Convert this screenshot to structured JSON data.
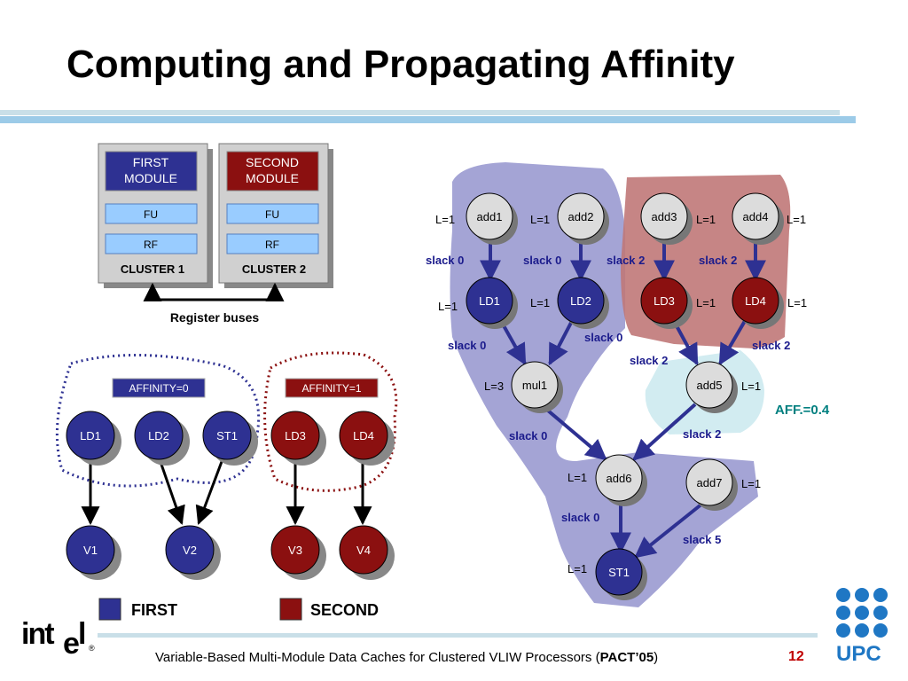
{
  "title": "Computing and Propagating Affinity",
  "footer": {
    "text": "Variable-Based Multi-Module Data Caches for Clustered VLIW Processors (",
    "bold": "PACT’05",
    "close": ")",
    "page": "12"
  },
  "logos": {
    "intel": "intel",
    "upc": "UPC"
  },
  "colors": {
    "first": "#2e3192",
    "second": "#8b1010",
    "blue_region": "#9a9ad0",
    "red_region": "#c07878",
    "cyan_region": "#cdeaf0",
    "accent_text": "#1b1b8c",
    "aff_text": "#008080"
  },
  "clusters": [
    {
      "module": [
        "FIRST",
        "MODULE"
      ],
      "fu": "FU",
      "rf": "RF",
      "label": "CLUSTER 1"
    },
    {
      "module": [
        "SECOND",
        "MODULE"
      ],
      "fu": "FU",
      "rf": "RF",
      "label": "CLUSTER 2"
    }
  ],
  "register_buses": "Register buses",
  "affinity": {
    "first_label": "AFFINITY=0",
    "second_label": "AFFINITY=1",
    "nodes": [
      "LD1",
      "LD2",
      "ST1",
      "LD3",
      "LD4",
      "V1",
      "V2",
      "V3",
      "V4"
    ]
  },
  "legend": {
    "first": "FIRST",
    "second": "SECOND"
  },
  "graph": {
    "nodes": {
      "add1": "add1",
      "add2": "add2",
      "add3": "add3",
      "add4": "add4",
      "LD1": "LD1",
      "LD2": "LD2",
      "LD3": "LD3",
      "LD4": "LD4",
      "mul1": "mul1",
      "add5": "add5",
      "add6": "add6",
      "add7": "add7",
      "ST1": "ST1"
    },
    "latencies": {
      "add1": "L=1",
      "add2": "L=1",
      "add3": "L=1",
      "add4": "L=1",
      "LD1": "L=1",
      "LD2": "L=1",
      "LD3": "L=1",
      "LD4": "L=1",
      "mul1": "L=3",
      "add5": "L=1",
      "add6": "L=1",
      "add7": "L=1",
      "ST1": "L=1"
    },
    "slacks": {
      "add1_LD1": "slack 0",
      "add2_LD2": "slack 0",
      "add3_LD3": "slack 2",
      "add4_LD4": "slack 2",
      "LD1_mul1": "slack 0",
      "LD2_mul1": "slack 0",
      "LD3_add5": "slack 2",
      "LD4_add5": "slack 2",
      "mul1_add6": "slack 0",
      "add5_add6": "slack 2",
      "add6_ST1": "slack 0",
      "add7_ST1": "slack 5"
    },
    "aff": "AFF.=0.4"
  }
}
